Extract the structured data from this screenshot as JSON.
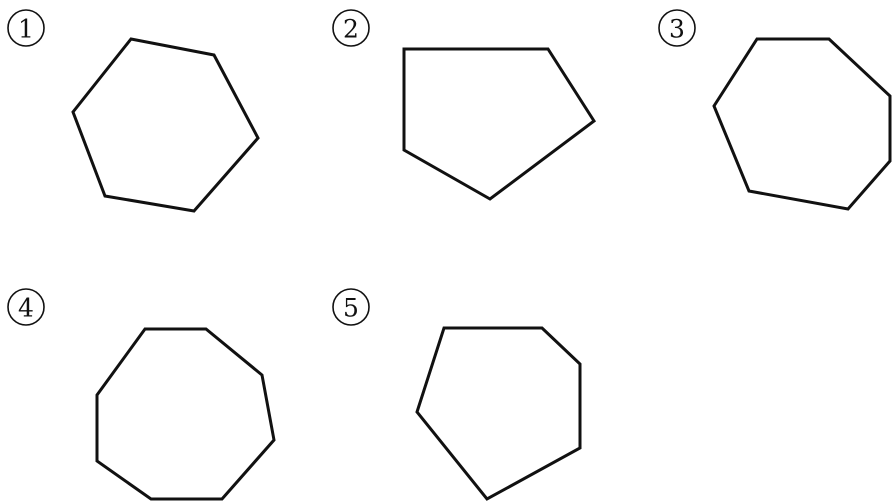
{
  "figures": [
    {
      "label": "1",
      "shape": "hexagon"
    },
    {
      "label": "2",
      "shape": "pentagon"
    },
    {
      "label": "3",
      "shape": "heptagon"
    },
    {
      "label": "4",
      "shape": "octagon"
    },
    {
      "label": "5",
      "shape": "hexagon"
    }
  ],
  "colors": {
    "stroke": "#111111",
    "background": "#ffffff"
  }
}
